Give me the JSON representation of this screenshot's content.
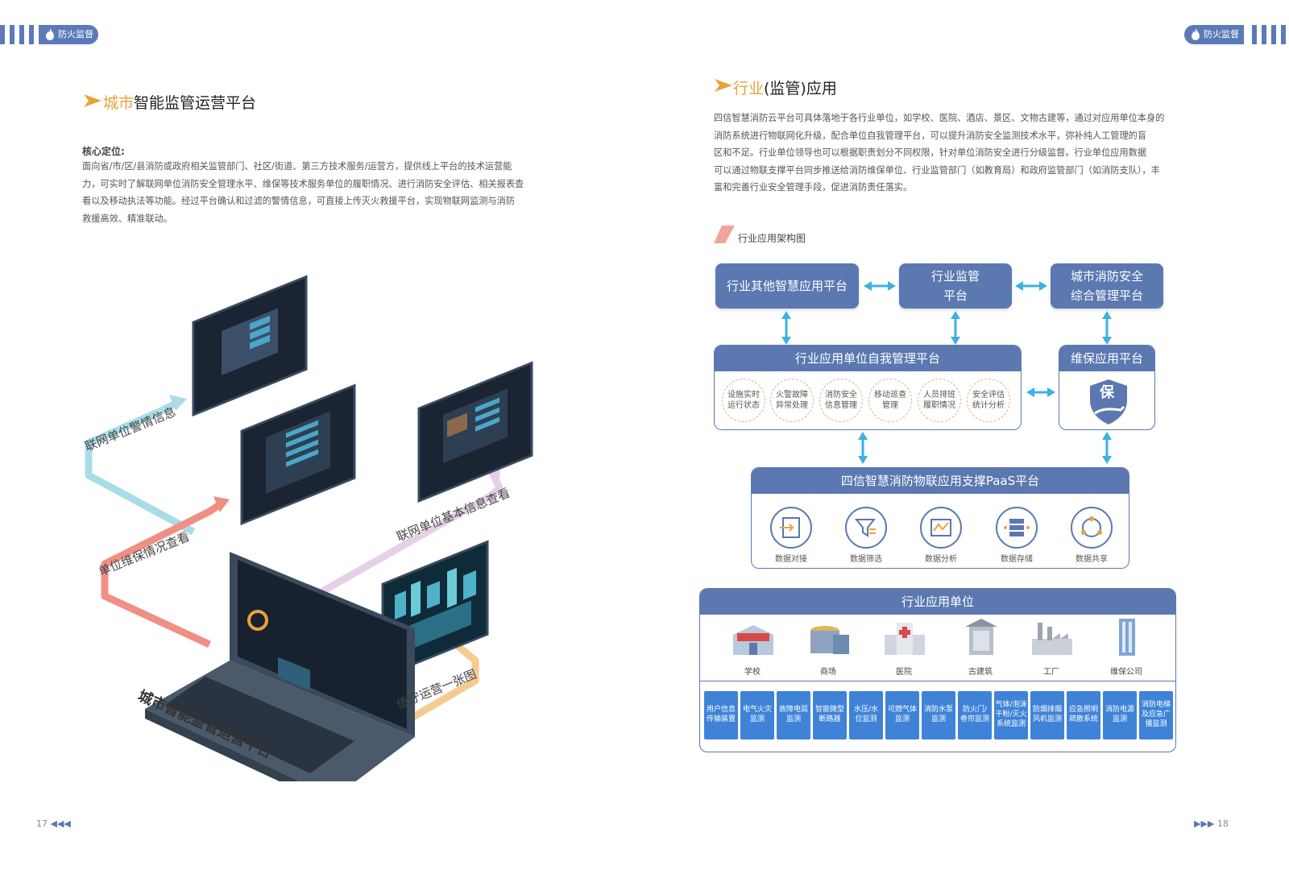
{
  "header": {
    "badge": "防火监督"
  },
  "left": {
    "title_hl": "城市",
    "title": "智能监管运营平台",
    "core_label": "核心定位:",
    "core_text": "面向省/市/区/县消防或政府相关监管部门、社区/街道、第三方技术服务/运营方，提供线上平台的技术运营能\n力，可实时了解联网单位消防安全管理水平、维保等技术服务单位的履职情况、进行消防安全评估、相关报表查\n看以及移动执法等功能。经过平台确认和过滤的警情信息，可直接上传灭火救援平台，实现物联网监测与消防\n救援高效、精准联动。",
    "flow_labels": [
      "联网单位警情信息",
      "单位维保情况查看",
      "联网单位基本信息查看",
      "值守运营一张图"
    ],
    "laptop_label": "城市智能监管运营平台",
    "page_num": "17"
  },
  "right": {
    "title_hl": "行业",
    "title": "(监管)应用",
    "intro": "四信智慧消防云平台可具体落地于各行业单位，如学校、医院、酒店、景区、文物古建等，通过对应用单位本身的\n消防系统进行物联网化升级，配合单位自我管理平台，可以提升消防安全监测技术水平，弥补纯人工管理的盲\n区和不足。行业单位领导也可以根据职责划分不同权限，针对单位消防安全进行分级监督。行业单位应用数据\n可以通过物联支撑平台同步推送给消防维保单位、行业监管部门（如教育局）和政府监管部门（如消防支队），丰\n富和完善行业安全管理手段，促进消防责任落实。",
    "diagram_title": "行业应用架构图",
    "top_boxes": [
      "行业其他智慧应用平台",
      "行业监管\n平台",
      "城市消防安全\n综合管理平台"
    ],
    "self_mgmt": {
      "title": "行业应用单位自我管理平台",
      "items": [
        "设施实时\n运行状态",
        "火警故障\n异常处理",
        "消防安全\n信息管理",
        "移动巡查\n管理",
        "人员排班\n履职情况",
        "安全评估\n统计分析"
      ]
    },
    "maint": {
      "title": "维保应用平台",
      "shield_char": "保"
    },
    "paas": {
      "title": "四信智慧消防物联应用支撑PaaS平台",
      "items": [
        {
          "label": "数据对接",
          "icon": "data-connect-icon"
        },
        {
          "label": "数据筛选",
          "icon": "data-filter-icon"
        },
        {
          "label": "数据分析",
          "icon": "data-analysis-icon"
        },
        {
          "label": "数据存储",
          "icon": "data-storage-icon"
        },
        {
          "label": "数据共享",
          "icon": "data-share-icon"
        }
      ]
    },
    "units": {
      "title": "行业应用单位",
      "items": [
        "学校",
        "商场",
        "医院",
        "古建筑",
        "工厂",
        "维保公司"
      ],
      "monitors": [
        "用户信息\n传输装置",
        "电气火灾\n监测",
        "故障电弧\n监测",
        "智能微型\n断路器",
        "水压/水\n位监测",
        "可燃气体\n监测",
        "消防水泵\n监测",
        "防火门/\n卷帘监测",
        "气体/泡沫\n干粉/灭火\n系统监测",
        "防烟排烟\n风机监测",
        "应急照明\n疏散系统",
        "消防电源\n监测",
        "消防电梯\n及应急广\n播监测"
      ]
    },
    "page_num": "18"
  },
  "colors": {
    "primary": "#5b78b0",
    "accent": "#e8a23c",
    "arrow": "#3db1df",
    "cell": "#3f83d8"
  }
}
